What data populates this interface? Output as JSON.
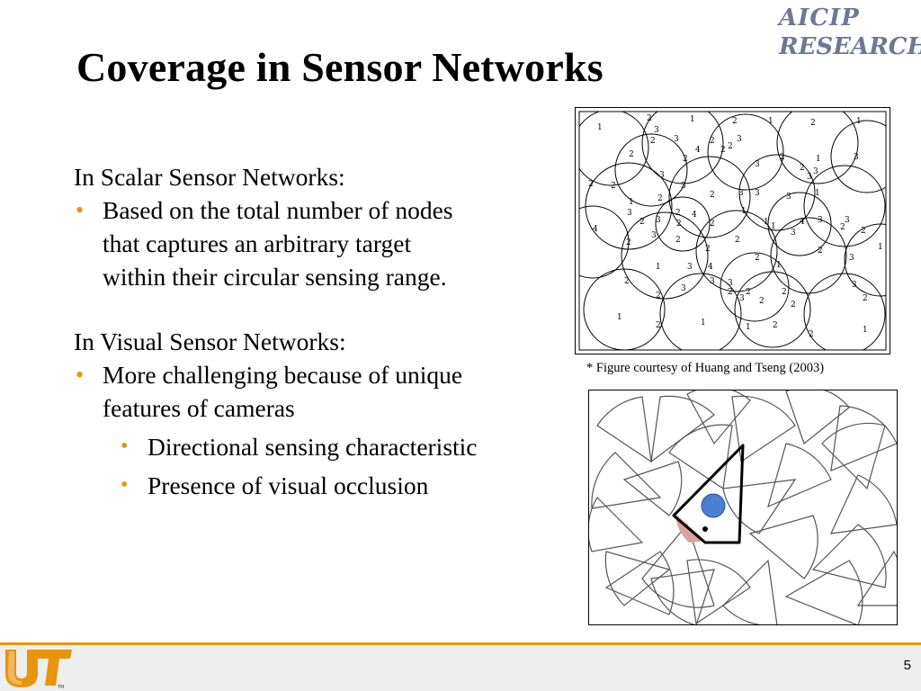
{
  "slide": {
    "title": "Coverage in Sensor Networks",
    "logo": {
      "line1": "AICIP",
      "line2": "RESEARCH"
    },
    "sections": [
      {
        "heading": "In Scalar Sensor Networks:",
        "bullets": [
          {
            "line1": "Based on the total number of nodes",
            "line2": "that captures an arbitrary target",
            "line3": "within their circular sensing range."
          }
        ]
      },
      {
        "heading": "In Visual Sensor Networks:",
        "bullets": [
          {
            "line1": "More challenging because of  unique",
            "line2": "features of cameras"
          }
        ],
        "sub_bullets": [
          "Directional sensing characteristic",
          "Presence of visual occlusion"
        ]
      }
    ],
    "caption": "* Figure courtesy of Huang and Tseng (2003)",
    "page_number": "5"
  },
  "colors": {
    "accent": "#e8940c",
    "logo_text": "#6c7894",
    "target_blue": "#4a7fd4",
    "coverage_pink": "#e0a0a0"
  },
  "figure1": {
    "labels": [
      "1",
      "2",
      "1",
      "2",
      "1",
      "2",
      "1",
      "3",
      "2",
      "3",
      "2",
      "2",
      "3",
      "4",
      "2",
      "2",
      "2",
      "3",
      "2",
      "1",
      "3",
      "3",
      "2",
      "3",
      "2",
      "3",
      "3",
      "2",
      "2",
      "3",
      "1",
      "2",
      "1",
      "2",
      "1",
      "4",
      "3",
      "3",
      "4",
      "3",
      "2",
      "3",
      "2",
      "2",
      "1",
      "3",
      "4",
      "3",
      "3",
      "2",
      "2",
      "2",
      "1",
      "3",
      "2",
      "2",
      "1",
      "2",
      "2",
      "1",
      "2",
      "3",
      "1",
      "3",
      "4",
      "2",
      "3",
      "3",
      "2",
      "2",
      "3",
      "2",
      "3",
      "3",
      "2",
      "2",
      "2",
      "1",
      "2",
      "1",
      "1",
      "2",
      "2",
      "1",
      "2"
    ]
  }
}
